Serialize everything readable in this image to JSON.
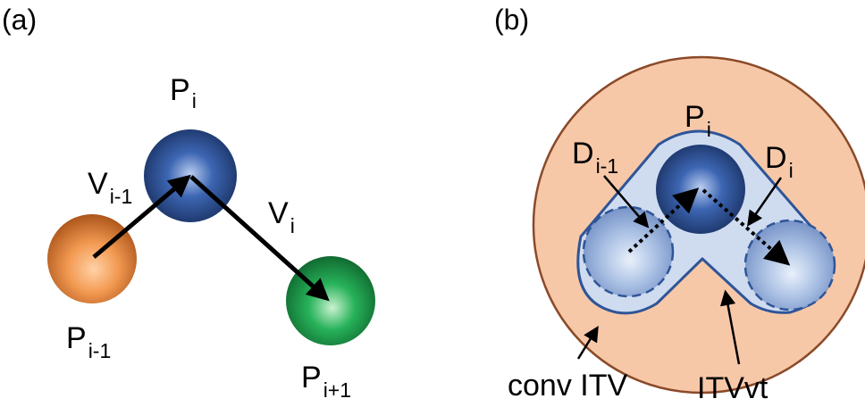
{
  "panel_a": {
    "label": "(a)",
    "points": {
      "prev": {
        "main": "P",
        "sub": "i-1"
      },
      "curr": {
        "main": "P",
        "sub": "i"
      },
      "next": {
        "main": "P",
        "sub": "i+1"
      }
    },
    "vectors": {
      "v_prev": {
        "main": "V",
        "sub": "i-1"
      },
      "v_curr": {
        "main": "V",
        "sub": "i"
      }
    }
  },
  "panel_b": {
    "label": "(b)",
    "point": {
      "main": "P",
      "sub": "i"
    },
    "directions": {
      "d_prev": {
        "main": "D",
        "sub": "i-1"
      },
      "d_curr": {
        "main": "D",
        "sub": "i"
      }
    },
    "region_labels": {
      "conv": "conv ITV",
      "vt": "ITVvt"
    }
  },
  "colors": {
    "orange_sphere": "#e8823a",
    "blue_sphere": "#2f5597",
    "green_sphere": "#1e9b4a",
    "conv_fill": "#f7c8a8",
    "conv_stroke": "#8a4a28",
    "itvvt_fill": "#cfdcf0",
    "itvvt_stroke": "#2f5597",
    "light_sphere": "#9fb6de"
  }
}
